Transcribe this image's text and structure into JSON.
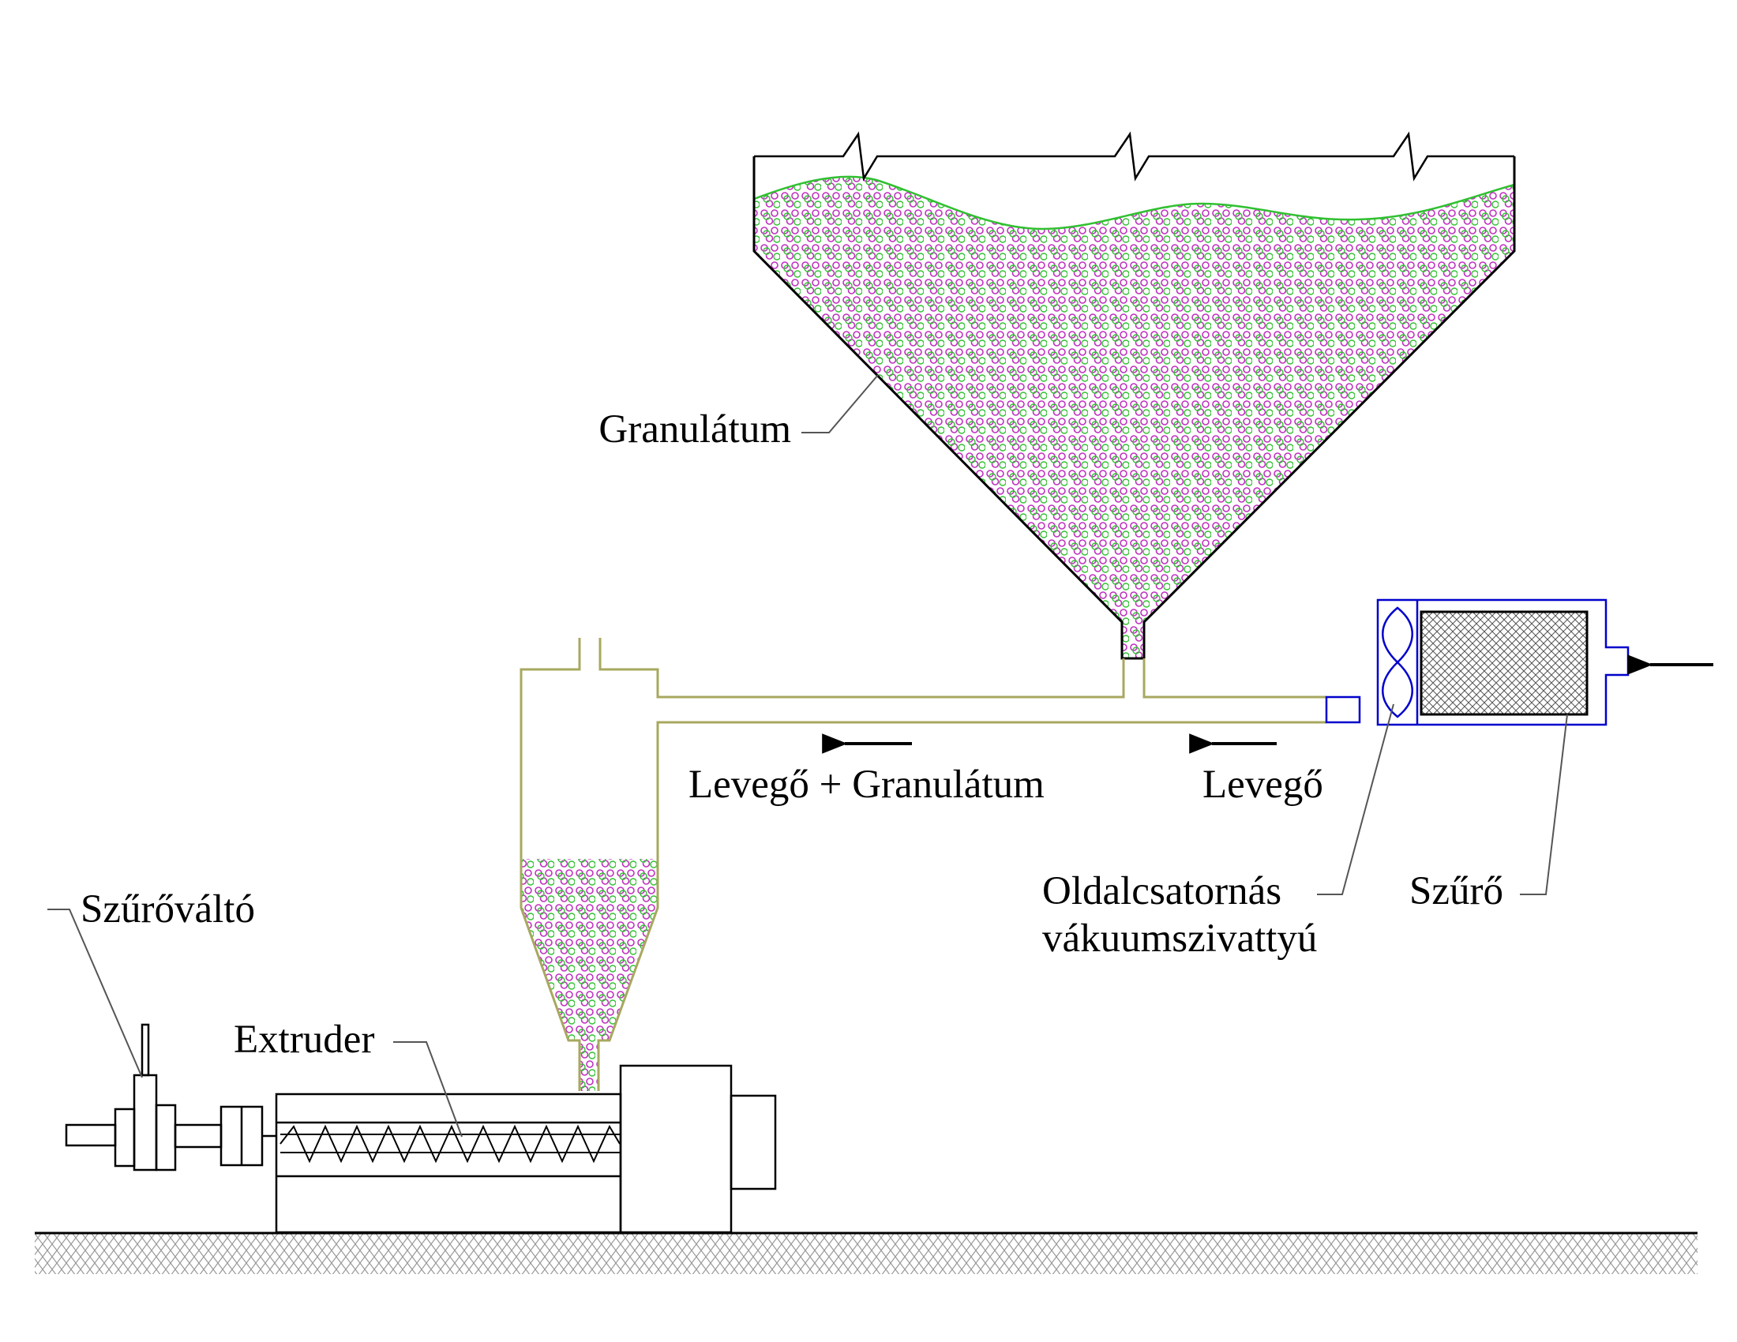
{
  "labels": {
    "granulatum": "Granulátum",
    "levego_granulatum": "Levegő + Granulátum",
    "levego": "Levegő",
    "oldalcsatornas_line1": "Oldalcsatornás",
    "oldalcsatornas_line2": "vákuumszivattyú",
    "szuro": "Szűrő",
    "szurovalto": "Szűrőváltó",
    "extruder": "Extruder"
  },
  "colors": {
    "line": "#000000",
    "pipe": "#a8a860",
    "pump": "#0000cc",
    "granule_magenta": "#c030c0",
    "granule_green": "#30c030",
    "fill_surface": "#30c030",
    "ground_hatch": "#888888",
    "leader": "#555555"
  }
}
